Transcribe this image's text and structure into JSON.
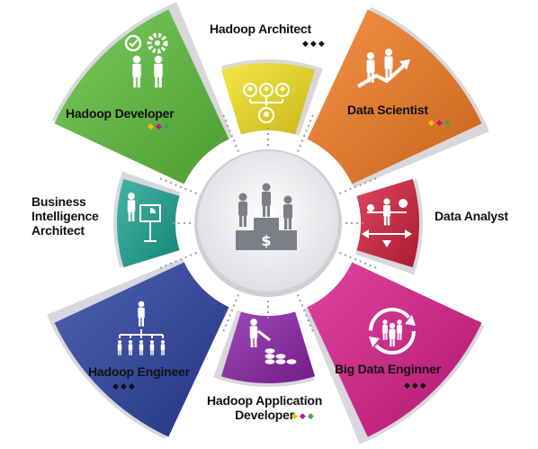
{
  "center": {
    "icon": "podium-dollar-icon"
  },
  "segments": [
    {
      "key": "hadoop-architect",
      "label": "Hadoop Architect",
      "color": "#f4e01e",
      "icon": "network-hierarchy-icon",
      "dots": "black"
    },
    {
      "key": "data-scientist",
      "label": "Data Scientist",
      "color": "#f47a20",
      "icon": "team-growth-chart-icon",
      "dots": "color"
    },
    {
      "key": "data-analyst",
      "label": "Data Analyst",
      "color": "#d21f3c",
      "icon": "balance-person-icon",
      "dots": "none"
    },
    {
      "key": "big-data-enginner",
      "label": "Big Data Enginner",
      "color": "#d81b8a",
      "icon": "cycle-team-icon",
      "dots": "black"
    },
    {
      "key": "hadoop-application-developer",
      "label": "Hadoop Application\nDeveloper",
      "color": "#8a22a8",
      "icon": "person-coins-icon",
      "dots": "color"
    },
    {
      "key": "hadoop-engineer",
      "label": "Hadoop Engineer",
      "color": "#2a3fa0",
      "icon": "org-chart-icon",
      "dots": "black"
    },
    {
      "key": "business-intelligence-architect",
      "label": "Business\nIntelligence\nArchitect",
      "color": "#1ba38f",
      "icon": "presentation-icon",
      "dots": "none"
    },
    {
      "key": "hadoop-developer",
      "label": "Hadoop Developer",
      "color": "#5cbf3a",
      "icon": "developers-gears-icon",
      "dots": "color"
    }
  ],
  "colors": {
    "ring_shadow": "#d8d8dc",
    "connector": "#9a9aa0",
    "center_fill": "#e9e9ee",
    "icon_white": "#ffffff",
    "icon_grey": "#7d7f87"
  }
}
